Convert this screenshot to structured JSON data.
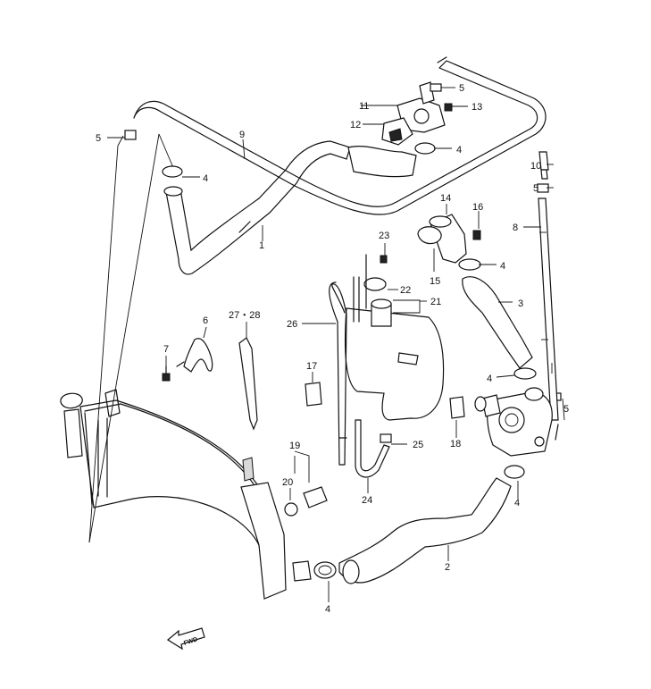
{
  "callouts": {
    "c1": "1",
    "c2": "2",
    "c3": "3",
    "c4a": "4",
    "c4b": "4",
    "c4c": "4",
    "c4d": "4",
    "c4e": "4",
    "c4f": "4",
    "c5a": "5",
    "c5b": "5",
    "c5c": "5",
    "c5d": "5",
    "c6": "6",
    "c7": "7",
    "c8": "8",
    "c9": "9",
    "c10": "10",
    "c11": "11",
    "c12": "12",
    "c13": "13",
    "c14": "14",
    "c15": "15",
    "c16": "16",
    "c17": "17",
    "c18": "18",
    "c19": "19",
    "c20": "20",
    "c21": "21",
    "c22": "22",
    "c23": "23",
    "c24": "24",
    "c25": "25",
    "c26": "26",
    "c2728": "27・28"
  },
  "front_marker": {
    "label": "FWD"
  }
}
